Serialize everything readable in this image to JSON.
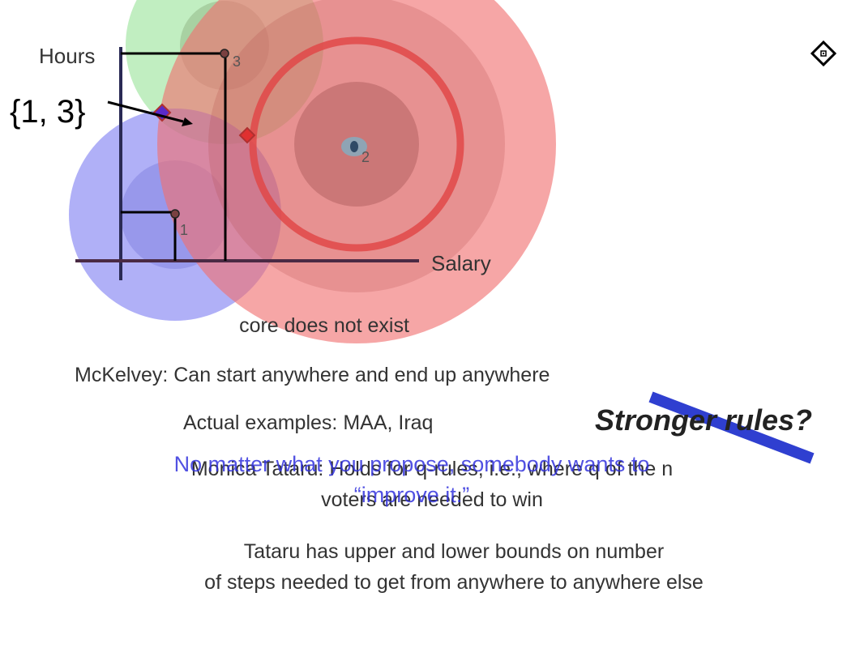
{
  "axes": {
    "y_label": "Hours",
    "x_label": "Salary"
  },
  "points": [
    {
      "id": "1",
      "label": "1"
    },
    {
      "id": "2",
      "label": "2"
    },
    {
      "id": "3",
      "label": "3"
    }
  ],
  "coalition_label": "{1, 3}",
  "core_text": "core does not exist",
  "mckelvey": "McKelvey:  Can start anywhere and end up anywhere",
  "actual_examples": "Actual examples:  MAA, Iraq",
  "stronger_rules": "Stronger rules?",
  "tataru_line1": "Monica Tataru:  Holds for q-rules, i.e., where q of the n",
  "tataru_line2": "voters are needed to win",
  "overlay_line1": "No matter what you propose, somebody wants to",
  "overlay_line2": "“improve it.”",
  "tataru_bounds_line1": "Tataru has upper and lower bounds on number",
  "tataru_bounds_line2": "of steps needed to get from anywhere to anywhere else",
  "colors": {
    "voter1": "#6f6ff0",
    "voter2": "#f07a7a",
    "voter3": "#8ee08e",
    "accent_line": "#2f3fd0",
    "overlay_text": "#3333dd"
  },
  "icons": {
    "nav": "diamond-nav-icon"
  }
}
